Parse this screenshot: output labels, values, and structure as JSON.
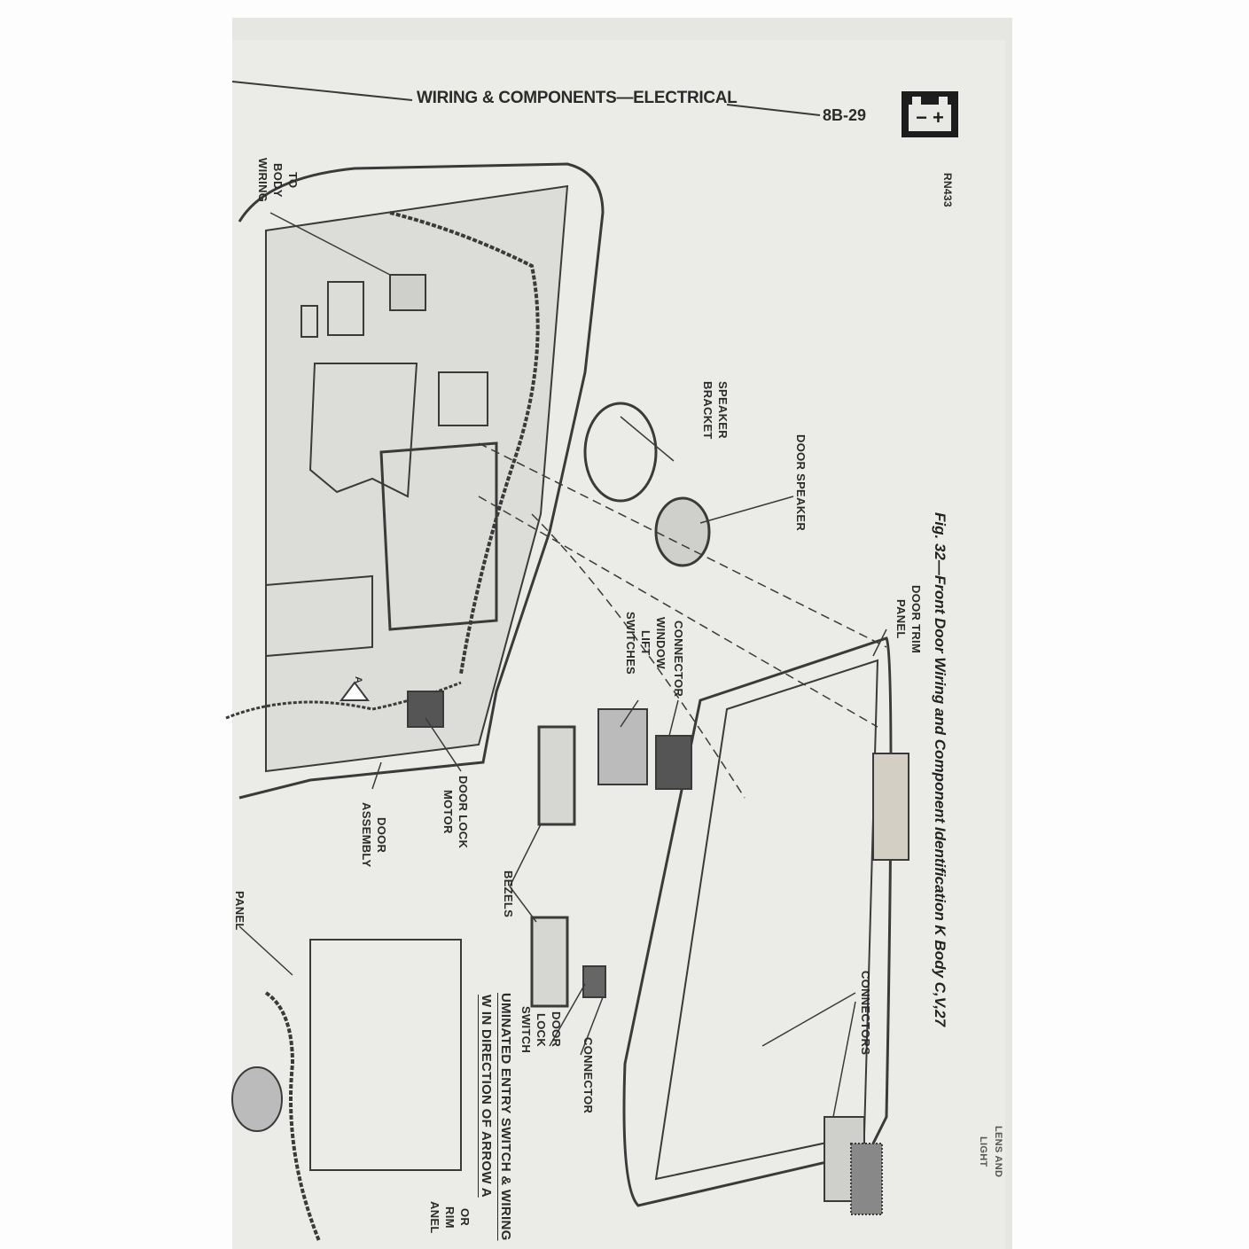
{
  "header": {
    "title": "WIRING & COMPONENTS—ELECTRICAL",
    "page_number": "8B-29",
    "section_icon": "battery-icon"
  },
  "figure_code": "RN433",
  "caption": "Fig. 32—Front Door Wiring and Component Identification K Body C,V,27",
  "labels": {
    "to_body_wiring": "TO\nBODY\nWIRING",
    "speaker_bracket": "SPEAKER\nBRACKET",
    "door_speaker": "DOOR SPEAKER",
    "door_trim_panel": "DOOR TRIM\nPANEL",
    "window_lift_switches": "WINDOW\nLIFT\nSWITCHES",
    "connector_upper": "CONNECTOR",
    "door_lock_motor": "DOOR LOCK\nMOTOR",
    "door_assembly": "DOOR\nASSEMBLY",
    "bezels": "BEZELS",
    "panel": "PANEL",
    "door_lock_switch": "DOOR\nLOCK\nSWITCH",
    "connector_lower": "CONNECTOR",
    "connectors": "CONNECTORS",
    "arrow_a": "A",
    "view_title_line1": "W IN DIRECTION OF ARROW A",
    "view_title_line2": "UMINATED ENTRY SWITCH & WIRING",
    "trim_panel_partial": "OR\nRIM\nANEL",
    "lens_partial": "LENS AND\nLIGHT"
  }
}
